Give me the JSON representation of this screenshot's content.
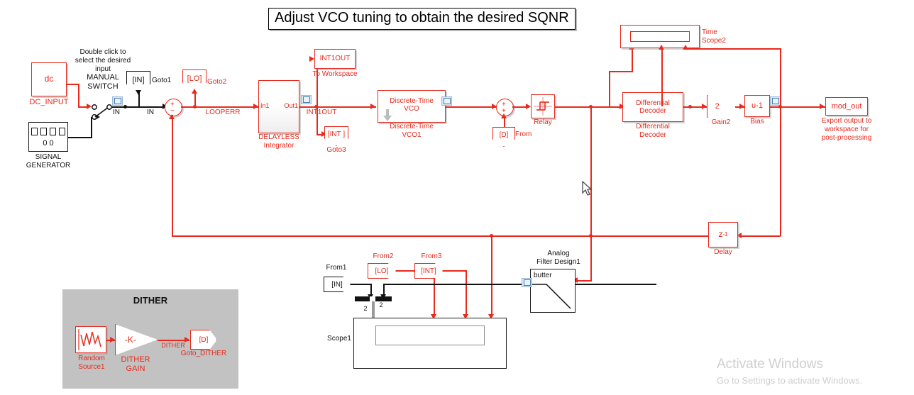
{
  "title": {
    "text": "Adjust VCO tuning to obtain the desired SQNR"
  },
  "colors": {
    "signal_red": "#e8291c",
    "signal_black": "#111111",
    "subsystem_bg": "#c2c2c2"
  },
  "annotations": {
    "manual_switch_hint": "Double click to\nselect the desired\ninput",
    "manual_switch_name": "MANUAL\nSWITCH",
    "mod_out_note": "Export output to\nworkspace for\npost-processing"
  },
  "blocks": {
    "dc_input": {
      "text": "dc",
      "label": "DC_INPUT"
    },
    "signal_generator": {
      "text": "0 0",
      "label": "SIGNAL\nGENERATOR"
    },
    "goto1": {
      "text": "[IN]",
      "label": "Goto1"
    },
    "goto2": {
      "text": "[LO]",
      "label": "Goto2"
    },
    "goto3": {
      "text": "[INT ]",
      "label": "Goto3"
    },
    "sum1": {
      "sign_top": "+",
      "sign_bottom": "−"
    },
    "sum2": {
      "sign_top": "+",
      "sign_bottom": "+"
    },
    "integrator": {
      "port_in": "In1",
      "port_out": "Out1",
      "text": "DELAYLESS",
      "label": "DELAYLESS\nIntegrator"
    },
    "to_workspace": {
      "text": "INT1OUT",
      "label": "To Workspace"
    },
    "vco": {
      "text": "Discrete-Time\nVCO",
      "label": "Discrete-Time\nVCO1"
    },
    "from_dither": {
      "text": "[D]",
      "label": "From"
    },
    "relay": {
      "label": "Relay"
    },
    "time_scope2": {
      "label": "Time\nScope2"
    },
    "differential_decoder": {
      "text": "Differential\nDecoder",
      "label": "Differential\nDecoder"
    },
    "gain2": {
      "text": "2",
      "label": "Gain2"
    },
    "bias": {
      "text": "u-1",
      "label": "Bias"
    },
    "mod_out": {
      "text": "mod_out"
    },
    "delay": {
      "text": "z",
      "exponent": "-1",
      "label": "Delay"
    },
    "from1": {
      "text": "[IN]",
      "label": "From1"
    },
    "from2": {
      "text": "[LO]",
      "label": "From2"
    },
    "from3": {
      "text": "[INT]",
      "label": "From3"
    },
    "mux": {
      "in_width": "2",
      "out_width": "2"
    },
    "analog_filter": {
      "text": "butter",
      "label": "Analog\nFilter Design1"
    },
    "scope1": {
      "label": "Scope1"
    },
    "dither_subsystem": {
      "title": "DITHER"
    },
    "random_source": {
      "label": "Random\nSource1"
    },
    "dither_gain": {
      "text": "-K-",
      "label": "DITHER\nGAIN"
    },
    "goto_dither": {
      "text": "[D]",
      "label": "Goto_DITHER"
    }
  },
  "signal_labels": {
    "in_a": "IN",
    "in_b": "IN",
    "looperr": "LOOPERR",
    "int1out": "INT1OUT",
    "dither": "DITHER"
  },
  "watermark": {
    "line1": "Activate Windows",
    "line2": "Go to Settings to activate Windows."
  }
}
